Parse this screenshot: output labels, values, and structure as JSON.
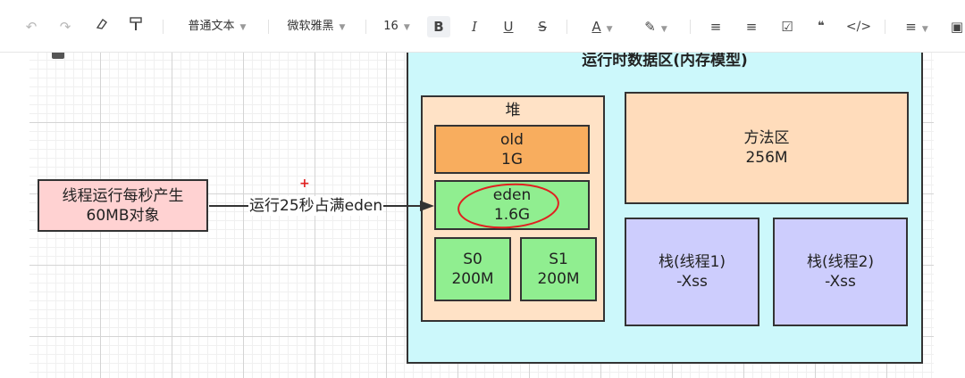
{
  "toolbar": {
    "paragraph_style": "普通文本",
    "font_family": "微软雅黑",
    "font_size": "16",
    "bold": "B",
    "italic": "I",
    "underline": "U",
    "strike": "S",
    "font_color": "A",
    "quote": "❝",
    "code": "</>"
  },
  "diagram": {
    "producer": {
      "line1": "线程运行每秒产生",
      "line2": "60MB对象"
    },
    "arrow_label": "运行25秒占满eden",
    "plus_mark": "+",
    "runtime": {
      "title": "运行时数据区(内存模型)"
    },
    "heap": {
      "title": "堆",
      "old": {
        "name": "old",
        "size": "1G"
      },
      "eden": {
        "name": "eden",
        "size": "1.6G"
      },
      "s0": {
        "name": "S0",
        "size": "200M"
      },
      "s1": {
        "name": "S1",
        "size": "200M"
      }
    },
    "method_area": {
      "name": "方法区",
      "size": "256M"
    },
    "stack1": {
      "name": "栈(线程1)",
      "param": "-Xss"
    },
    "stack2": {
      "name": "栈(线程2)",
      "param": "-Xss"
    }
  },
  "colors": {
    "runtime_fill": "#ccf8fb",
    "heap_fill": "#ffe2c6",
    "old_fill": "#f8ad5e",
    "young_fill": "#90ee90",
    "method_fill": "#ffdcbb",
    "stack_fill": "#cdcdfd",
    "producer_fill": "#ffd2d2",
    "highlight_circle": "#e02020"
  }
}
